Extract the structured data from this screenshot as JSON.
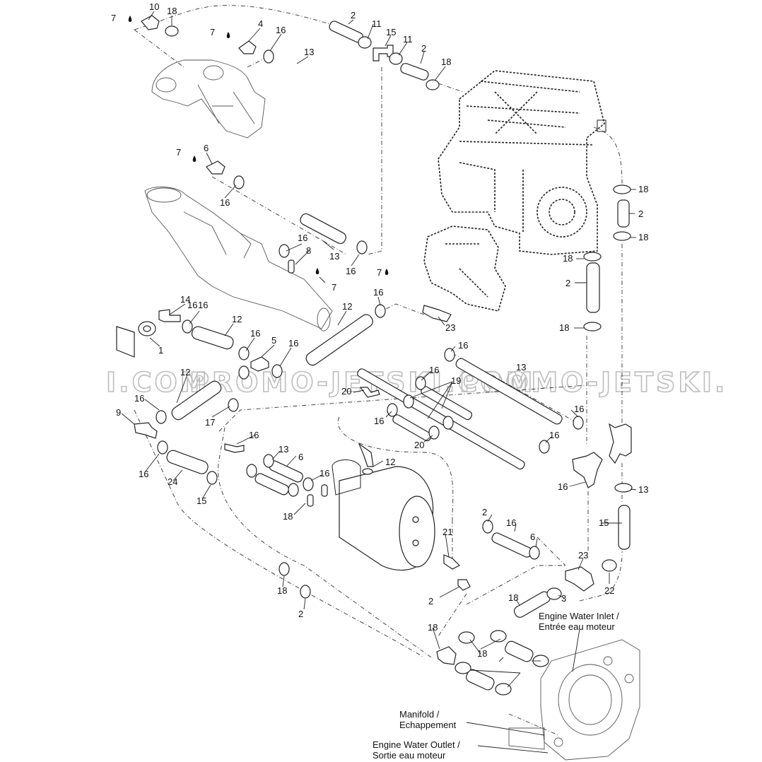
{
  "watermark": {
    "left": "I.COM",
    "mid": "PROMO-JETSKI.COM",
    "right": "PROMO-JETSKI."
  },
  "captions": {
    "engine_water_inlet_en": "Engine Water Inlet /",
    "engine_water_inlet_fr": "Entrée eau moteur",
    "manifold_en": "Manifold /",
    "manifold_fr": "Echappement",
    "engine_water_outlet_en": "Engine Water Outlet /",
    "engine_water_outlet_fr": "Sortie eau moteur"
  },
  "part_labels": [
    "7",
    "10",
    "18",
    "7",
    "4",
    "16",
    "2",
    "11",
    "15",
    "11",
    "2",
    "18",
    "13",
    "7",
    "6",
    "16",
    "16",
    "8",
    "13",
    "16",
    "7",
    "7",
    "18",
    "2",
    "18",
    "18",
    "2",
    "18",
    "14",
    "16",
    "12",
    "1",
    "16",
    "16",
    "12",
    "5",
    "16",
    "23",
    "16",
    "12",
    "16",
    "16",
    "13",
    "20",
    "19",
    "9",
    "16",
    "17",
    "16",
    "16",
    "16",
    "20",
    "16",
    "13",
    "6",
    "16",
    "12",
    "16",
    "24",
    "15",
    "18",
    "16",
    "13",
    "2",
    "16",
    "6",
    "15",
    "21",
    "23",
    "18",
    "2",
    "22",
    "3",
    "18",
    "2",
    "18",
    "18"
  ]
}
